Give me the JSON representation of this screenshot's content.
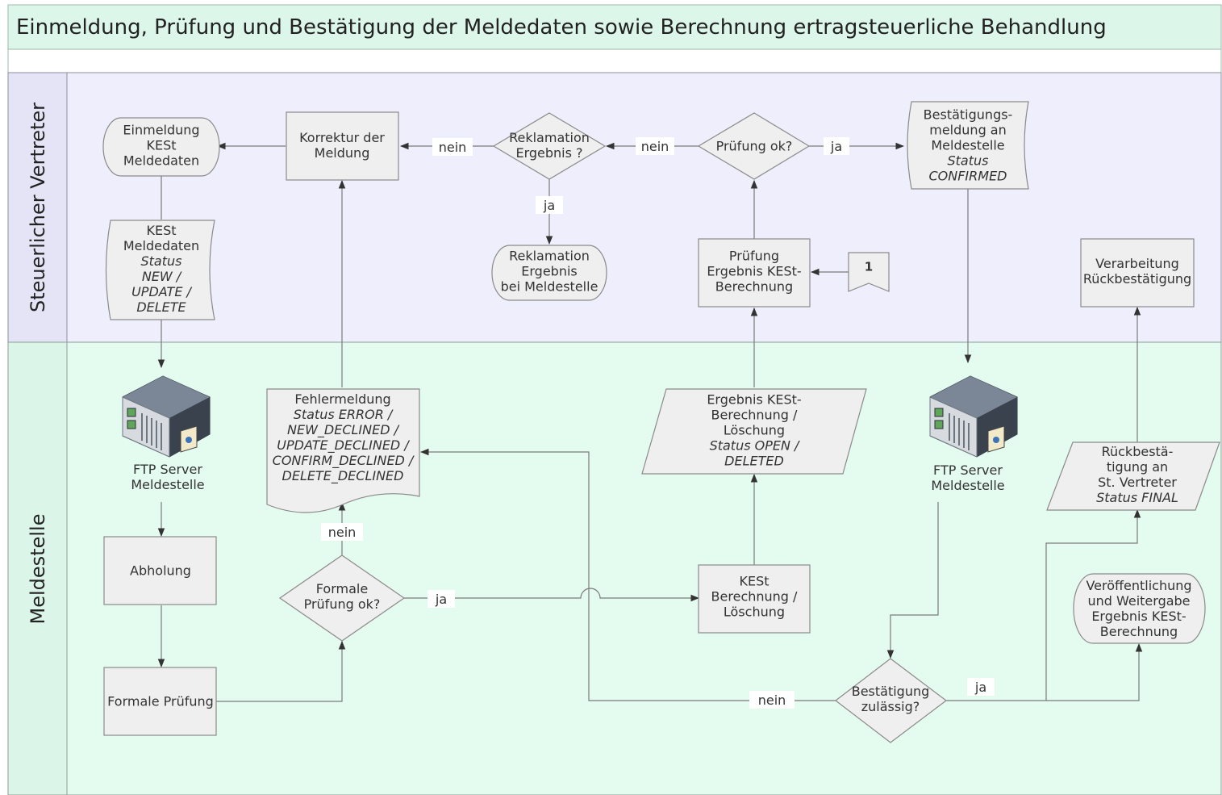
{
  "title": "Einmeldung, Prüfung und Bestätigung der Meldedaten sowie Berechnung ertragsteuerliche Behandlung",
  "lanes": {
    "top": "Steuerlicher Vertreter",
    "bottom": "Meldestelle"
  },
  "colors": {
    "title_bg": "#dcf7ea",
    "lane_top_bg": "#eeeefc",
    "lane_bottom_bg": "#e4fbf0",
    "shape_fill": "#efefef",
    "shape_stroke": "#8a8a8a",
    "line": "#7a7a7a",
    "arrow": "#333333"
  },
  "nodes": {
    "einmeldung": [
      "Einmeldung",
      "KESt",
      "Meldedaten"
    ],
    "kest_meldedaten": [
      "KESt",
      "Meldedaten",
      "Status",
      "NEW /",
      "UPDATE /",
      "DELETE"
    ],
    "korrektur": [
      "Korrektur der",
      "Meldung"
    ],
    "reklamation_q": [
      "Reklamation",
      "Ergebnis ?"
    ],
    "reklamation_bei": [
      "Reklamation",
      "Ergebnis",
      "bei Meldestelle"
    ],
    "pruefung_ok": [
      "Prüfung ok?"
    ],
    "bestaetigung_an": [
      "Bestätigungs-",
      "meldung an",
      "Meldestelle",
      "Status",
      "CONFIRMED"
    ],
    "pruefung_ergebnis": [
      "Prüfung",
      "Ergebnis KESt-",
      "Berechnung"
    ],
    "connector": [
      "1"
    ],
    "verarbeitung": [
      "Verarbeitung",
      "Rückbestätigung"
    ],
    "ftp1": [
      "FTP Server",
      "Meldestelle"
    ],
    "fehlermeldung": [
      "Fehlermeldung",
      "Status ERROR /",
      "NEW_DECLINED /",
      "UPDATE_DECLINED /",
      "CONFIRM_DECLINED /",
      "DELETE_DECLINED"
    ],
    "ergebnis_kest": [
      "Ergebnis KESt-",
      "Berechnung /",
      "Löschung",
      "Status OPEN /",
      "DELETED"
    ],
    "ftp2": [
      "FTP Server",
      "Meldestelle"
    ],
    "rueckbestaetigung": [
      "Rückbestä-",
      "tigung an",
      "St. Vertreter",
      "Status FINAL"
    ],
    "abholung": [
      "Abholung"
    ],
    "formale_ok": [
      "Formale",
      "Prüfung ok?"
    ],
    "kest_berechnung": [
      "KESt",
      "Berechnung /",
      "Löschung"
    ],
    "veroeffentlichung": [
      "Veröffentlichung",
      "und Weitergabe",
      "Ergebnis KESt-",
      "Berechnung"
    ],
    "formale_pruefung": [
      "Formale Prüfung"
    ],
    "bestaetigung_zulaessig": [
      "Bestätigung",
      "zulässig?"
    ]
  },
  "edge_labels": {
    "nein_korrektur": "nein",
    "nein_pruefung": "nein",
    "ja_pruefung": "ja",
    "ja_reklamation": "ja",
    "nein_formale": "nein",
    "ja_formale": "ja",
    "nein_bestaetigung": "nein",
    "ja_bestaetigung": "ja"
  }
}
